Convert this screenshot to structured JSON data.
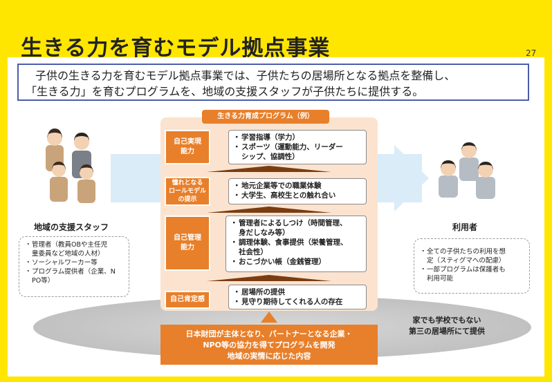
{
  "slide": {
    "title": "生きる力を育むモデル拠点事業",
    "page_number": "27"
  },
  "summary": {
    "line1": "子供の生きる力を育むモデル拠点事業では、子供たちの居場所となる拠点を整備し、",
    "line2": "「生きる力」を育むプログラムを、地域の支援スタッフが子供たちに提供する。"
  },
  "program": {
    "header": "生きる力育成プログラム（例）",
    "rows": [
      {
        "label_lines": [
          "自己実現",
          "能力"
        ],
        "items": [
          [
            "学習指導（学力）"
          ],
          [
            "スポーツ（運動能力、リーダー",
            "シップ、協調性）"
          ]
        ]
      },
      {
        "label_lines": [
          "憧れとなる",
          "ロールモデル",
          "の提示"
        ],
        "items": [
          [
            "地元企業等での職業体験"
          ],
          [
            "大学生、高校生との触れ合い"
          ]
        ]
      },
      {
        "label_lines": [
          "自己管理",
          "能力"
        ],
        "items": [
          [
            "管理者によるしつけ（時間管理、",
            "身だしなみ等）"
          ],
          [
            "調理体験、食事提供（栄養管理、",
            "社会性）"
          ],
          [
            "おこづかい帳（金銭管理）"
          ]
        ]
      },
      {
        "label_lines": [
          "自己肯定感"
        ],
        "items": [
          [
            "居場所の提供"
          ],
          [
            "見守り期待してくれる人の存在"
          ]
        ]
      }
    ]
  },
  "staff": {
    "title": "地域の支援スタッフ",
    "items": [
      [
        "管理者（教員OBや主任児",
        "童委員など地域の人材）"
      ],
      [
        "ソーシャルワーカー等"
      ],
      [
        "プログラム提供者（企業、N",
        "PO等）"
      ]
    ]
  },
  "users": {
    "title": "利用者",
    "items": [
      [
        "全ての子供たちの利用を想",
        "定（スティグマへの配慮）"
      ],
      [
        "一部プログラムは保護者も",
        "利用可能"
      ]
    ]
  },
  "foundation": {
    "lines": [
      "日本財団が主体となり、パートナーとなる企業・",
      "NPO等の協力を得てプログラムを開発",
      "地域の実情に応じた内容"
    ]
  },
  "third_place": {
    "lines": [
      "家でも学校でもない",
      "第三の居場所にて提供"
    ]
  },
  "bullet": "・",
  "colors": {
    "background": "#ffe600",
    "accent_orange": "#e87f2a",
    "summary_border": "#4a5ea8",
    "arrow_blue": "#d9ecf8"
  }
}
